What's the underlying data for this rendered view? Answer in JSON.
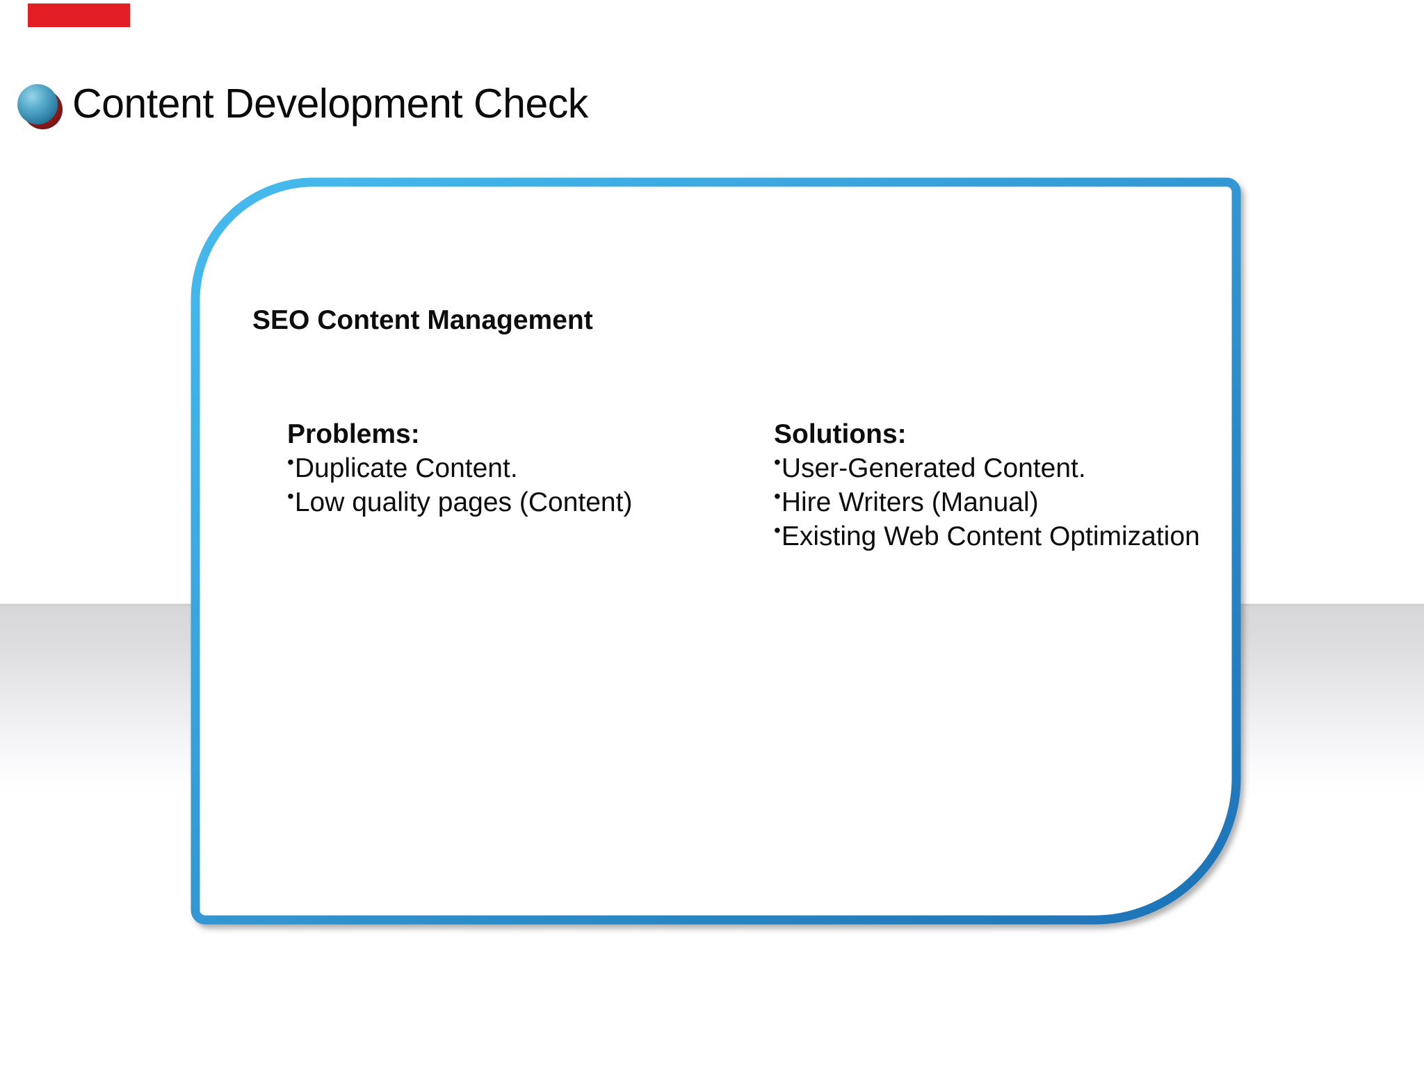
{
  "slide": {
    "title": "Content Development Check",
    "bullet_char": "•",
    "accent_bar_color": "#e31e25",
    "background_band_color": "#d8d8da"
  },
  "panel": {
    "heading": "SEO Content Management",
    "border_gradient": [
      "#47bcee",
      "#1d72b6"
    ],
    "fill_color": "#ffffff",
    "columns": [
      {
        "heading": "Problems:",
        "items": [
          "Duplicate Content.",
          "Low quality pages (Content)"
        ]
      },
      {
        "heading": "Solutions:",
        "items": [
          "User-Generated Content.",
          "Hire Writers (Manual)",
          "Existing Web Content Optimization"
        ]
      }
    ]
  }
}
